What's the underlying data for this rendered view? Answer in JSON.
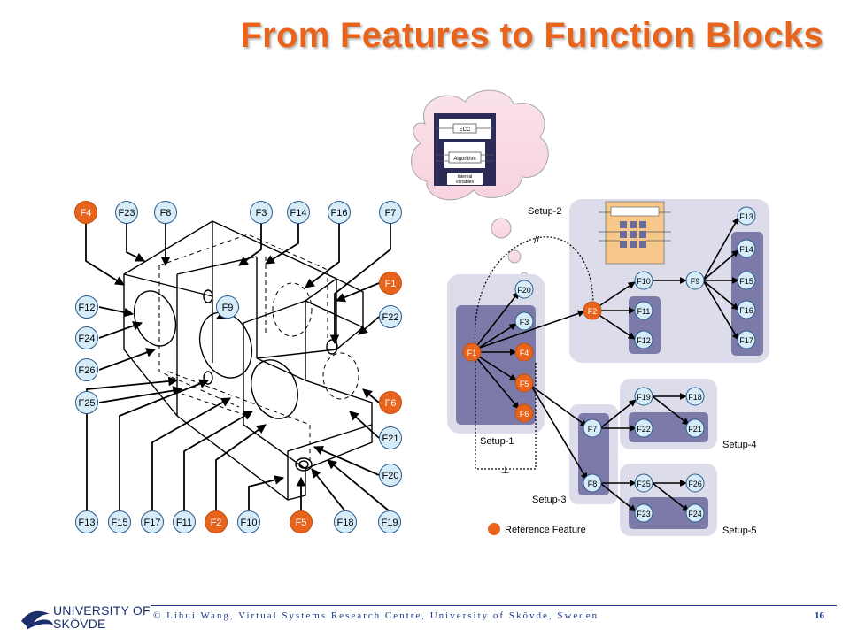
{
  "slide": {
    "title": "From Features to Function Blocks",
    "footer": "© Lihui Wang, Virtual Systems Research Centre, University of Skövde, Sweden",
    "page_number": "16",
    "university": [
      "UNIVERSITY OF",
      "SKÖVDE"
    ]
  },
  "colors": {
    "title": "#e8641c",
    "feature_fill": "#d6ecf8",
    "feature_stroke": "#2c5a8c",
    "reference_fill": "#e8641c",
    "setup_light": "#dcdcea",
    "setup_dark": "#7c7aa8",
    "footer": "#1f3a8a"
  },
  "part_drawing": {
    "top_labels": [
      "F4",
      "F23",
      "F8",
      "F3",
      "F14",
      "F16",
      "F7"
    ],
    "left_labels": [
      "F12",
      "F24",
      "F26",
      "F25"
    ],
    "right_labels": [
      "F1",
      "F22",
      "F6",
      "F21",
      "F20"
    ],
    "bottom_labels": [
      "F13",
      "F15",
      "F17",
      "F11",
      "F2",
      "F10",
      "F5",
      "F18",
      "F19"
    ],
    "inner_labels": [
      "F9"
    ],
    "reference": [
      "F4",
      "F1",
      "F6",
      "F2",
      "F5"
    ]
  },
  "cloud": {
    "ecc_label": "ECC",
    "algorithm_label": "Algorithm",
    "internal_label": [
      "Internal",
      "variables"
    ]
  },
  "graph": {
    "setups": [
      "Setup-1",
      "Setup-2",
      "Setup-3",
      "Setup-4",
      "Setup-5"
    ],
    "nodes": [
      "F1",
      "F20",
      "F3",
      "F4",
      "F5",
      "F6",
      "F2",
      "F10",
      "F11",
      "F12",
      "F9",
      "F13",
      "F14",
      "F15",
      "F16",
      "F17",
      "F7",
      "F8",
      "F19",
      "F18",
      "F22",
      "F21",
      "F25",
      "F26",
      "F23",
      "F24"
    ],
    "reference_nodes": [
      "F1",
      "F4",
      "F5",
      "F6",
      "F2"
    ],
    "break_mark": "//",
    "perp_mark": "⊥",
    "legend": "Reference Feature"
  }
}
